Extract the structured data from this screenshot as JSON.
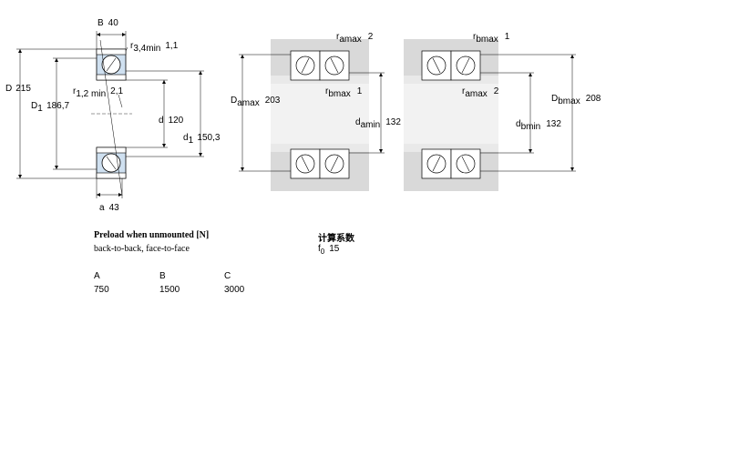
{
  "single": {
    "B": {
      "sym": "B",
      "val": "40"
    },
    "r34": {
      "sym": "r",
      "sub": "3,4min",
      "val": "1,1"
    },
    "D": {
      "sym": "D",
      "val": "215"
    },
    "D1": {
      "sym": "D",
      "sub": "1",
      "val": "186,7"
    },
    "r12": {
      "sym": "r",
      "sub": "1,2 min",
      "val": "2,1"
    },
    "d": {
      "sym": "d",
      "val": "120"
    },
    "d1": {
      "sym": "d",
      "sub": "1",
      "val": "150,3"
    },
    "a": {
      "sym": "a",
      "val": "43"
    }
  },
  "pair1": {
    "ramax": {
      "sym": "r",
      "sub": "amax",
      "val": "2"
    },
    "rbmax": {
      "sym": "r",
      "sub": "bmax",
      "val": "1"
    },
    "Damax": {
      "sym": "D",
      "sub": "amax",
      "val": "203"
    },
    "damin": {
      "sym": "d",
      "sub": "amin",
      "val": "132"
    }
  },
  "pair2": {
    "rbmax": {
      "sym": "r",
      "sub": "bmax",
      "val": "1"
    },
    "ramax": {
      "sym": "r",
      "sub": "amax",
      "val": "2"
    },
    "Dbmax": {
      "sym": "D",
      "sub": "bmax",
      "val": "208"
    },
    "dbmin": {
      "sym": "d",
      "sub": "bmin",
      "val": "132"
    }
  },
  "preload": {
    "title": "Preload when unmounted [N]",
    "subtitle": "back-to-back, face-to-face",
    "headers": [
      "A",
      "B",
      "C"
    ],
    "values": [
      "750",
      "1500",
      "3000"
    ]
  },
  "factor": {
    "title": "计算系数",
    "sym": "f",
    "sub": "0",
    "val": "15"
  },
  "colors": {
    "housing": "#d9d9d9",
    "bearing_fill": "#cfe0f0",
    "line": "#000000"
  }
}
